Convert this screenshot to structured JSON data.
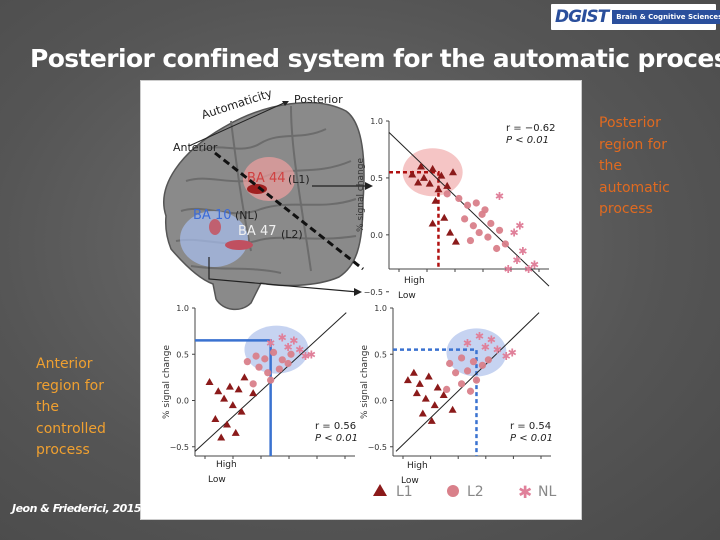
{
  "logo": {
    "mark": "DGIST",
    "sub": "Brain & Cognitive Sciences"
  },
  "slide": {
    "title": "Posterior confined system for the automatic process"
  },
  "annotations": {
    "right_lines": [
      "Posterior",
      "region for",
      "the",
      "automatic",
      "process"
    ],
    "left_lines": [
      "Anterior",
      "region for",
      "the",
      "controlled",
      "process"
    ],
    "credit": "Jeon & Friederici, 2015"
  },
  "brain": {
    "automaticity_label": "Automaticity",
    "posterior_label": "Posterior",
    "anterior_label": "Anterior",
    "ba44_label": "BA 44",
    "l1_label": "(L1)",
    "ba10_label": "BA 10",
    "nl_label": "(NL)",
    "ba47_label": "BA 47",
    "l2_label": "(L2)"
  },
  "colors": {
    "l1": "#8b1a1a",
    "l2": "#d9808a",
    "nl": "#e0809a",
    "red_ring": "#f3b7b7",
    "blue_ring": "#b8c8ee",
    "blue_line": "#3a72d0",
    "red_line": "#b01010"
  },
  "chart_data": [
    {
      "type": "scatter",
      "panel": "BA 44",
      "ylabel": "% signal change",
      "ylim": [
        -0.3,
        1.0
      ],
      "yticks": [
        "1.0",
        "0.5",
        "0.0",
        "−0.5"
      ],
      "stats": {
        "r": "r = −0.62",
        "p": "P < 0.01"
      },
      "series": [
        {
          "name": "L1",
          "marker": "triangle",
          "points": [
            [
              0.48,
              0.53
            ],
            [
              0.51,
              0.6
            ],
            [
              0.55,
              0.58
            ],
            [
              0.58,
              0.52
            ],
            [
              0.5,
              0.46
            ],
            [
              0.54,
              0.45
            ],
            [
              0.57,
              0.4
            ],
            [
              0.6,
              0.43
            ],
            [
              0.52,
              0.5
            ],
            [
              0.62,
              0.55
            ],
            [
              0.56,
              0.3
            ],
            [
              0.59,
              0.15
            ],
            [
              0.61,
              0.02
            ],
            [
              0.63,
              -0.06
            ],
            [
              0.55,
              0.1
            ]
          ]
        },
        {
          "name": "L2",
          "marker": "circle",
          "points": [
            [
              0.6,
              0.36
            ],
            [
              0.64,
              0.32
            ],
            [
              0.67,
              0.26
            ],
            [
              0.7,
              0.28
            ],
            [
              0.66,
              0.14
            ],
            [
              0.69,
              0.08
            ],
            [
              0.72,
              0.18
            ],
            [
              0.75,
              0.1
            ],
            [
              0.71,
              0.02
            ],
            [
              0.74,
              -0.02
            ],
            [
              0.78,
              0.04
            ],
            [
              0.8,
              -0.08
            ],
            [
              0.77,
              -0.12
            ],
            [
              0.68,
              -0.05
            ],
            [
              0.73,
              0.22
            ]
          ]
        },
        {
          "name": "NL",
          "marker": "star",
          "points": [
            [
              0.78,
              0.34
            ],
            [
              0.83,
              0.02
            ],
            [
              0.86,
              -0.14
            ],
            [
              0.88,
              -0.3
            ],
            [
              0.84,
              -0.22
            ],
            [
              0.9,
              -0.26
            ],
            [
              0.81,
              -0.3
            ],
            [
              0.85,
              0.08
            ]
          ]
        }
      ],
      "fit_line": [
        [
          0.4,
          0.9
        ],
        [
          0.95,
          -0.45
        ]
      ],
      "crosshair": {
        "x": 0.57,
        "y": 0.55
      }
    },
    {
      "type": "scatter",
      "panel": "BA 10",
      "ylabel": "% signal change",
      "ylim": [
        -0.6,
        1.0
      ],
      "yticks": [
        "1.0",
        "0.5",
        "0.0",
        "−0.5"
      ],
      "stats": {
        "r": "r = 0.56",
        "p": "P < 0.01"
      },
      "series": [
        {
          "name": "L1",
          "marker": "triangle",
          "points": [
            [
              0.45,
              0.2
            ],
            [
              0.48,
              0.1
            ],
            [
              0.52,
              0.15
            ],
            [
              0.55,
              0.12
            ],
            [
              0.5,
              0.02
            ],
            [
              0.53,
              -0.05
            ],
            [
              0.56,
              -0.12
            ],
            [
              0.47,
              -0.2
            ],
            [
              0.51,
              -0.26
            ],
            [
              0.54,
              -0.35
            ],
            [
              0.49,
              -0.4
            ],
            [
              0.57,
              0.25
            ],
            [
              0.6,
              0.08
            ]
          ]
        },
        {
          "name": "L2",
          "marker": "circle",
          "points": [
            [
              0.58,
              0.42
            ],
            [
              0.61,
              0.48
            ],
            [
              0.64,
              0.45
            ],
            [
              0.67,
              0.52
            ],
            [
              0.7,
              0.44
            ],
            [
              0.62,
              0.36
            ],
            [
              0.65,
              0.3
            ],
            [
              0.69,
              0.34
            ],
            [
              0.72,
              0.4
            ],
            [
              0.66,
              0.22
            ],
            [
              0.6,
              0.18
            ],
            [
              0.73,
              0.5
            ]
          ]
        },
        {
          "name": "NL",
          "marker": "star",
          "points": [
            [
              0.66,
              0.62
            ],
            [
              0.72,
              0.58
            ],
            [
              0.76,
              0.55
            ],
            [
              0.78,
              0.48
            ],
            [
              0.74,
              0.65
            ],
            [
              0.8,
              0.5
            ],
            [
              0.7,
              0.68
            ]
          ]
        }
      ],
      "fit_line": [
        [
          0.4,
          -0.55
        ],
        [
          0.92,
          0.95
        ]
      ],
      "crosshair": {
        "x": 0.66,
        "y": 0.65
      }
    },
    {
      "type": "scatter",
      "panel": "BA 47",
      "ylabel": "% signal change",
      "ylim": [
        -0.6,
        1.0
      ],
      "yticks": [
        "1.0",
        "0.5",
        "0.0",
        "−0.5"
      ],
      "stats": {
        "r": "r = 0.54",
        "p": "P < 0.01"
      },
      "series": [
        {
          "name": "L1",
          "marker": "triangle",
          "points": [
            [
              0.4,
              0.22
            ],
            [
              0.44,
              0.18
            ],
            [
              0.47,
              0.26
            ],
            [
              0.5,
              0.14
            ],
            [
              0.43,
              0.08
            ],
            [
              0.46,
              0.02
            ],
            [
              0.49,
              -0.05
            ],
            [
              0.52,
              0.06
            ],
            [
              0.45,
              -0.14
            ],
            [
              0.48,
              -0.22
            ],
            [
              0.55,
              -0.1
            ],
            [
              0.42,
              0.3
            ]
          ]
        },
        {
          "name": "L2",
          "marker": "circle",
          "points": [
            [
              0.54,
              0.4
            ],
            [
              0.58,
              0.46
            ],
            [
              0.62,
              0.42
            ],
            [
              0.56,
              0.3
            ],
            [
              0.6,
              0.32
            ],
            [
              0.65,
              0.38
            ],
            [
              0.58,
              0.18
            ],
            [
              0.63,
              0.22
            ],
            [
              0.67,
              0.44
            ],
            [
              0.53,
              0.12
            ],
            [
              0.61,
              0.1
            ]
          ]
        },
        {
          "name": "NL",
          "marker": "star",
          "points": [
            [
              0.6,
              0.62
            ],
            [
              0.66,
              0.58
            ],
            [
              0.7,
              0.55
            ],
            [
              0.73,
              0.48
            ],
            [
              0.68,
              0.66
            ],
            [
              0.75,
              0.52
            ],
            [
              0.64,
              0.7
            ]
          ]
        }
      ],
      "fit_line": [
        [
          0.36,
          -0.55
        ],
        [
          0.84,
          0.95
        ]
      ],
      "crosshair": {
        "x": 0.63,
        "y": 0.55
      }
    }
  ],
  "axis_labels": {
    "tr_high": "High",
    "tr_low": "Low",
    "bl_high": "High",
    "bl_low": "Low",
    "br_high": "High",
    "br_low": "Low"
  },
  "legend": [
    {
      "label": "L1",
      "marker": "triangle"
    },
    {
      "label": "L2",
      "marker": "circle"
    },
    {
      "label": "NL",
      "marker": "star"
    }
  ]
}
